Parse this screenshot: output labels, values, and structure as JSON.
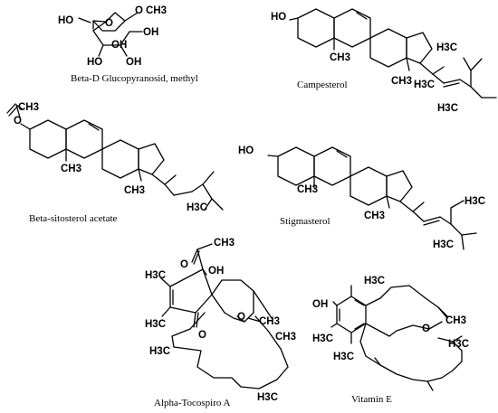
{
  "compounds": [
    {
      "id": "glucopyranosid",
      "name": "Beta-D Glucopyranosid, methyl",
      "labels": {
        "ho_left": "HO",
        "o_ring": "O",
        "o_methyl": "O",
        "methyl": "CH3",
        "oh_right": "OH",
        "ho_bottom_left": "HO",
        "oh_bottom_right": "OH",
        "oh_bottom": "OH"
      }
    },
    {
      "id": "campesterol",
      "name": "Campesterol",
      "labels": {
        "ho": "HO",
        "ch3_a": "CH3",
        "ch3_b": "CH3",
        "h3c_a": "H3C",
        "h3c_b": "H3C",
        "h3c_c": "H3C"
      }
    },
    {
      "id": "beta-sitosterol-acetate",
      "name": "Beta-sitosterol acetate",
      "labels": {
        "ch3_top": "CH3",
        "o": "O",
        "ch3_a": "CH3",
        "ch3_b": "CH3",
        "h3c": "H3C"
      }
    },
    {
      "id": "stigmasterol",
      "name": "Stigmasterol",
      "labels": {
        "ho": "HO",
        "ch3_a": "CH3",
        "ch3_b": "CH3",
        "h3c_a": "H3C",
        "h3c_b": "H3C"
      }
    },
    {
      "id": "alpha-tocospiro-a",
      "name": "Alpha-Tocospiro A",
      "labels": {
        "ch3_acetyl": "CH3",
        "o_acetyl": "O",
        "oh": "OH",
        "h3c_a": "H3C",
        "h3c_b": "H3C",
        "o_ketone": "O",
        "o_ring": "O",
        "ch3_ring": "CH3",
        "h3c_c": "H3C",
        "ch3_d": "CH3",
        "h3c_e": "H3C"
      }
    },
    {
      "id": "vitamin-e",
      "name": "Vitamin E",
      "labels": {
        "oh": "OH",
        "h3c_a": "H3C",
        "h3c_b": "H3C",
        "o": "O",
        "ch3_a": "CH3",
        "h3c_c": "H3C",
        "h3c_d": "H3C"
      }
    }
  ]
}
